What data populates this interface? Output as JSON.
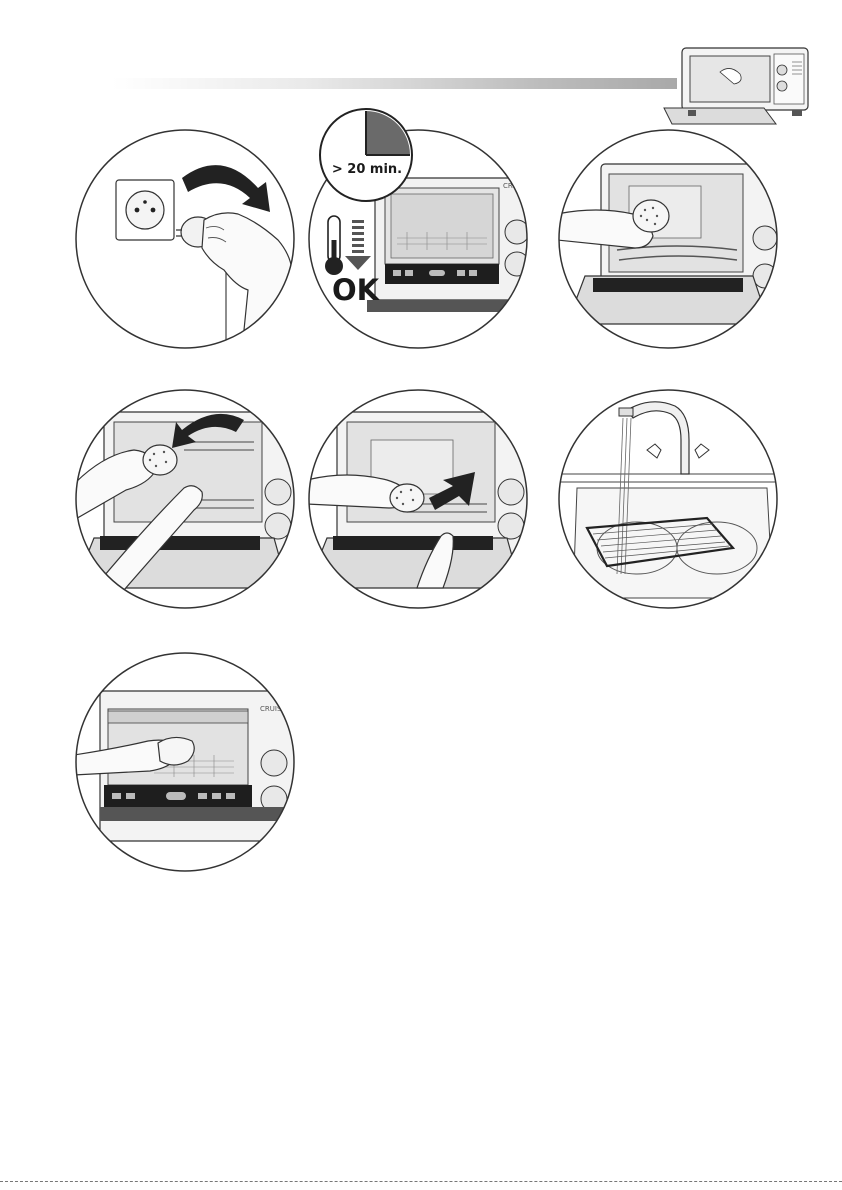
{
  "timer": {
    "label": "> 20 min."
  },
  "status": {
    "ok": "OK"
  },
  "oven": {
    "brand": "CRUISE"
  }
}
